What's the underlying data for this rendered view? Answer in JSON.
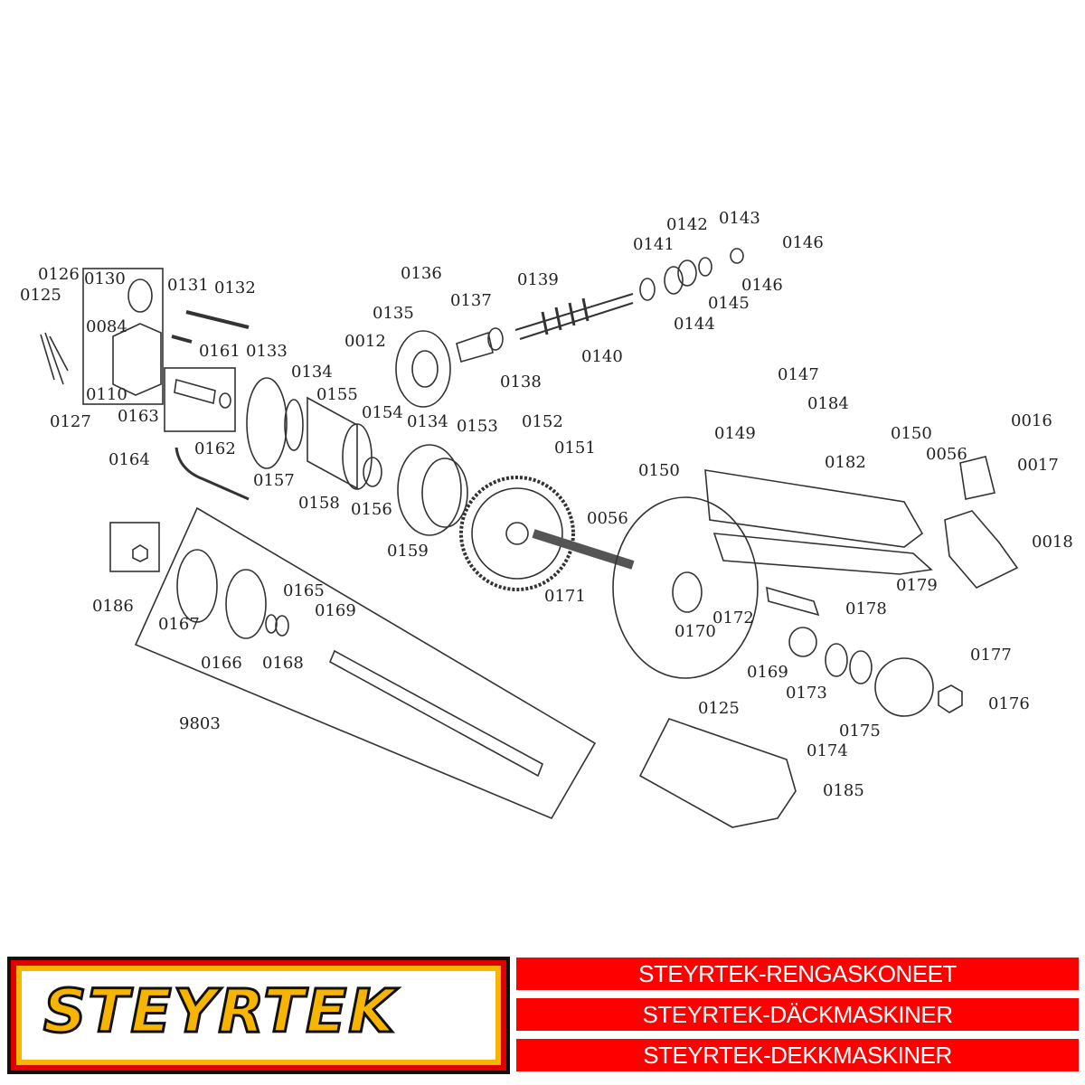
{
  "diagram": {
    "part_labels": [
      "0126",
      "0125",
      "0127",
      "0130",
      "0084",
      "0110",
      "0131",
      "0132",
      "0161",
      "0133",
      "0163",
      "0162",
      "0134",
      "0155",
      "0154",
      "0134",
      "0153",
      "0152",
      "0151",
      "0164",
      "0157",
      "0158",
      "0156",
      "0159",
      "0012",
      "0135",
      "0136",
      "0137",
      "0138",
      "0139",
      "0140",
      "0141",
      "0142",
      "0143",
      "0146",
      "0146",
      "0145",
      "0144",
      "0147",
      "0184",
      "0149",
      "0150",
      "0016",
      "0056",
      "0017",
      "0182",
      "0150",
      "0056",
      "0018",
      "0179",
      "0178",
      "0171",
      "0172",
      "0170",
      "0177",
      "0169",
      "0173",
      "0176",
      "0175",
      "0174",
      "0125",
      "0185",
      "0186",
      "0165",
      "0169",
      "0167",
      "0166",
      "0168",
      "9803"
    ]
  },
  "brand": {
    "logo_text": "STEYRTEK",
    "colors": {
      "red": "#ff0000",
      "yellow": "#f7b500",
      "black": "#111111"
    },
    "bands": [
      "STEYRTEK-RENGASKONEET",
      "STEYRTEK-DÄCKMASKINER",
      "STEYRTEK-DEKKMASKINER"
    ]
  }
}
